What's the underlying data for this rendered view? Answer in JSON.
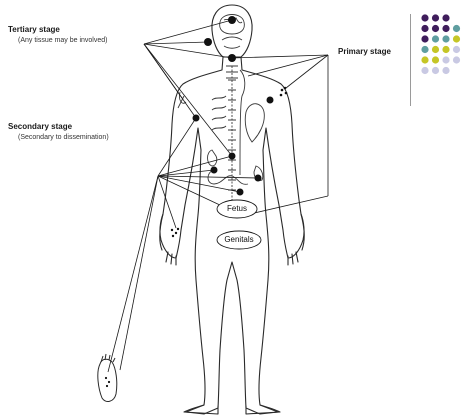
{
  "labels": {
    "tertiary_title": "Tertiary stage",
    "tertiary_sub": "(Any tissue may be involved)",
    "secondary_title": "Secondary stage",
    "secondary_sub": "(Secondary to dissemination)",
    "primary_title": "Primary stage",
    "fetus": "Fetus",
    "genitals": "Genitals"
  },
  "colors": {
    "line": "#1a1a1a",
    "dot": "#111111",
    "purple": "#3f1d5c",
    "teal": "#5f9ea0",
    "yellow": "#c5c626",
    "lavender": "#c9c9e3"
  },
  "dot_grid": [
    [
      "purple",
      "purple",
      "purple",
      null,
      null
    ],
    [
      "purple",
      "purple",
      "purple",
      "teal",
      null
    ],
    [
      "purple",
      "teal",
      "teal",
      "yellow",
      null
    ],
    [
      "teal",
      "yellow",
      "yellow",
      "lavender",
      null
    ],
    [
      "yellow",
      "yellow",
      "lavender",
      "lavender",
      null
    ],
    [
      "lavender",
      "lavender",
      "lavender",
      null,
      null
    ]
  ]
}
